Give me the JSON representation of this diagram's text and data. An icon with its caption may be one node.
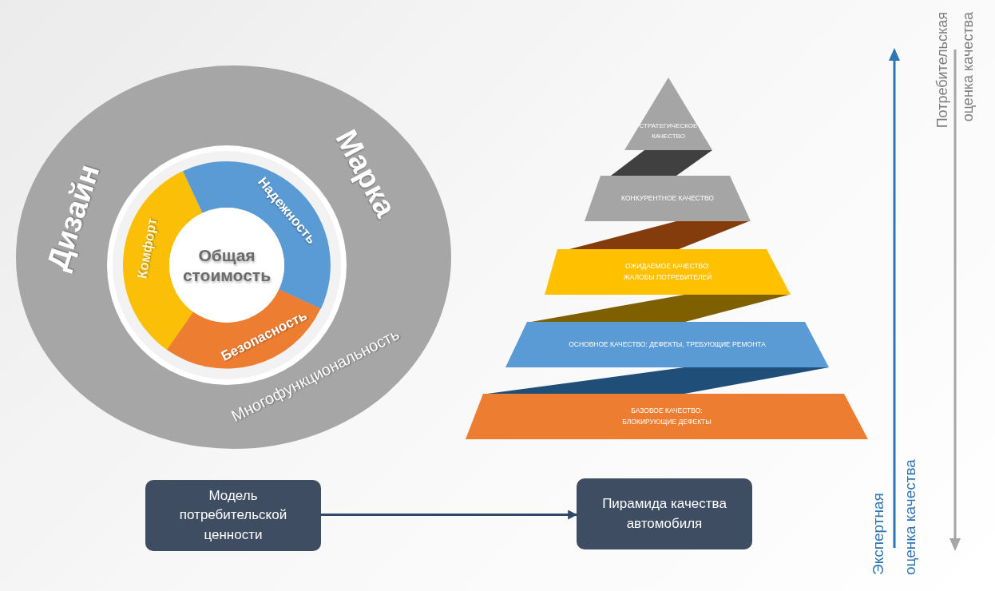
{
  "diagram": {
    "nodes": [
      {
        "text": [
          "Дизайн",
          "Марка",
          "Многофункциональность"
        ]
      },
      {
        "text": [
          "Комфорт"
        ],
        "in": 0
      },
      {
        "text": [
          "Надежность"
        ],
        "in": 0
      },
      {
        "text": [
          "Безопасность"
        ],
        "in": 0
      },
      {
        "text": [
          "Общая стоимость"
        ],
        "in": 0
      },
      {
        "text": [
          "СТРАТЕГИЧЕСКОЕ КАЧЕСТВО"
        ]
      },
      {
        "text": [],
        "shape": "band"
      },
      {
        "text": [
          "КОНКУРЕНТНОЕ КАЧЕСТВО"
        ]
      },
      {
        "text": [],
        "shape": "band"
      },
      {
        "text": [
          "ОЖИДАЕМОЕ КАЧЕСТВО: ЖАЛОБЫ ПОТРЕБИТЕЛЕЙ"
        ]
      },
      {
        "text": [],
        "shape": "band"
      },
      {
        "text": [
          "ОСНОВНОЕ КАЧЕСТВО: ДЕФЕКТЫ, ТРЕБУЮЩИЕ РЕМОНТА"
        ]
      },
      {
        "text": [],
        "shape": "band"
      },
      {
        "text": [
          "БАЗОВОЕ КАЧЕСТВО: БЛОКИРУЮЩИЕ ДЕФЕКТЫ"
        ]
      },
      {
        "text": [
          "Модель потребительской ценности"
        ]
      },
      {
        "text": [
          "Пирамида качества автомобиля"
        ]
      }
    ],
    "edges": [
      {
        "from": 14,
        "to": 15,
        "arrow": "to"
      }
    ],
    "labels": [
      "Экспертная оценка качества",
      "Потребительская оценка качества"
    ]
  }
}
